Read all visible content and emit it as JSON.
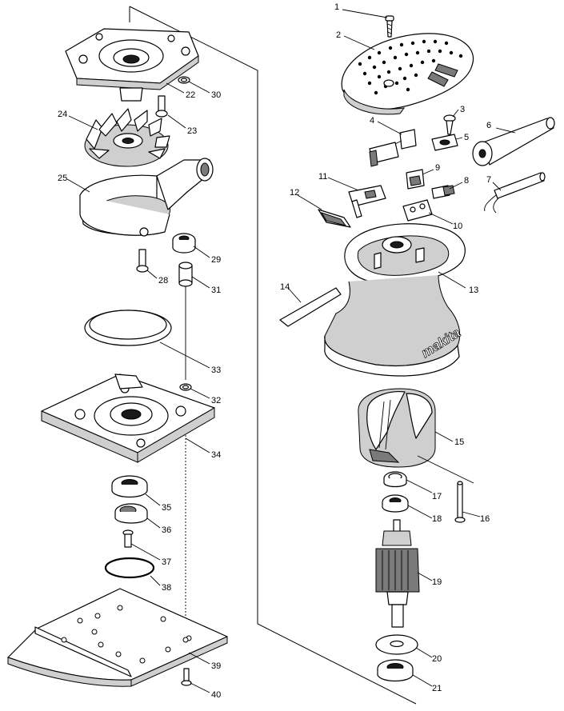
{
  "diagram": {
    "type": "exploded parts diagram",
    "brand_logo": "makita",
    "parts": [
      {
        "no": "1"
      },
      {
        "no": "2"
      },
      {
        "no": "3"
      },
      {
        "no": "4"
      },
      {
        "no": "5"
      },
      {
        "no": "6"
      },
      {
        "no": "7"
      },
      {
        "no": "8"
      },
      {
        "no": "9"
      },
      {
        "no": "10"
      },
      {
        "no": "11"
      },
      {
        "no": "12"
      },
      {
        "no": "13"
      },
      {
        "no": "14"
      },
      {
        "no": "15"
      },
      {
        "no": "16"
      },
      {
        "no": "17"
      },
      {
        "no": "18"
      },
      {
        "no": "19"
      },
      {
        "no": "20"
      },
      {
        "no": "21"
      },
      {
        "no": "22"
      },
      {
        "no": "23"
      },
      {
        "no": "24"
      },
      {
        "no": "25"
      },
      {
        "no": "28"
      },
      {
        "no": "29"
      },
      {
        "no": "30"
      },
      {
        "no": "31"
      },
      {
        "no": "32"
      },
      {
        "no": "33"
      },
      {
        "no": "34"
      },
      {
        "no": "35"
      },
      {
        "no": "36"
      },
      {
        "no": "37"
      },
      {
        "no": "38"
      },
      {
        "no": "39"
      },
      {
        "no": "40"
      }
    ]
  }
}
